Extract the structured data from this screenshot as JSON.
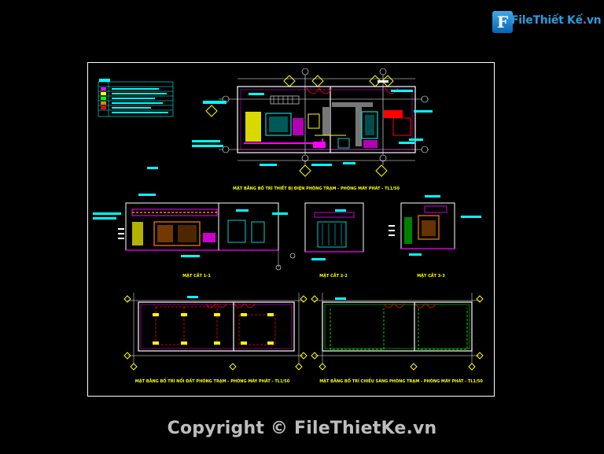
{
  "logo": {
    "mark": "F",
    "name_part1": "File",
    "name_part2": "Thiết Kế",
    "dot": ".",
    "tld": "vn"
  },
  "captions": {
    "plan_main": "MẶT BẰNG BỐ TRÍ THIẾT BỊ ĐIỆN PHÒNG TRẠM - PHÒNG MÁY PHÁT - TL1/50",
    "section_1": "MẶT CẮT 1-1",
    "section_2": "MẶT CẮT 2-2",
    "section_3": "MẶT CẮT 3-3",
    "plan_grounding": "MẶT BẰNG BỐ TRÍ NỐI ĐẤT PHÒNG TRẠM - PHÒNG MÁY PHÁT - TL1/50",
    "plan_lighting": "MẶT BẰNG BỐ TRÍ CHIẾU SÁNG PHÒNG TRẠM - PHÒNG MÁY PHÁT - TL1/50"
  },
  "copyright": "Copyright © FileThietKe.vn",
  "colors": {
    "background": "#000000",
    "line": "#ffffff",
    "cyan": "#00ffff",
    "yellow": "#ffff00",
    "magenta": "#ff00ff",
    "red": "#ff0000",
    "green": "#00ff00",
    "orange": "#ff8000"
  }
}
